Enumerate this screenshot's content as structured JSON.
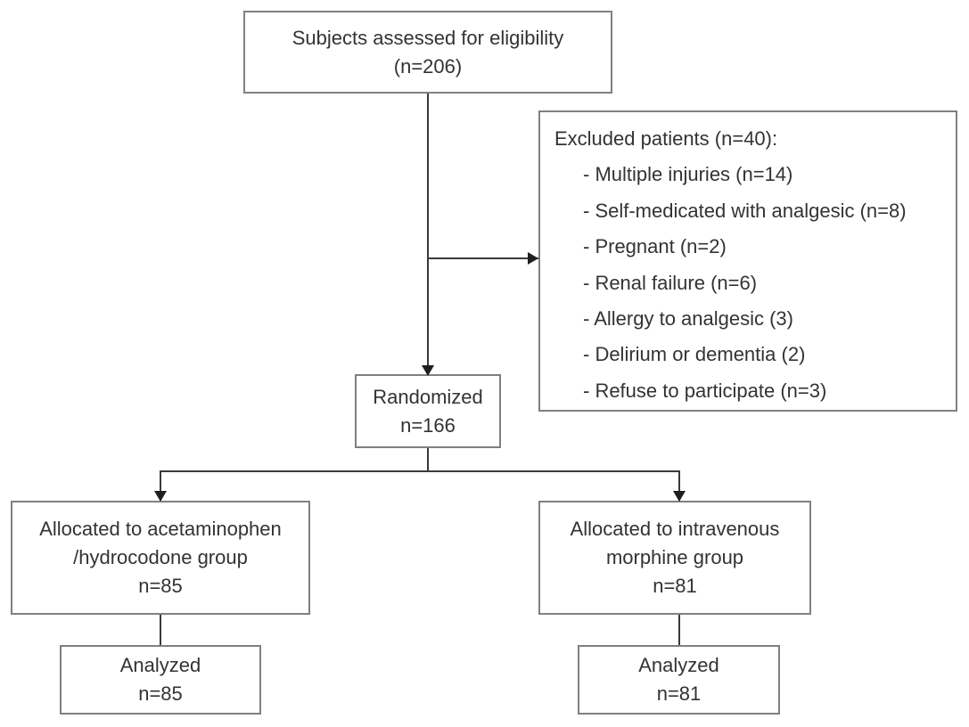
{
  "diagram": {
    "type": "consort-flow-diagram",
    "nodes": {
      "screened": {
        "line1": "Subjects assessed for eligibility",
        "line2": "(n=206)"
      },
      "excluded": {
        "title": "Excluded patients (n=40):",
        "items": [
          "- Multiple injuries (n=14)",
          "- Self-medicated with analgesic (n=8)",
          "- Pregnant (n=2)",
          "- Renal failure (n=6)",
          "- Allergy to analgesic (3)",
          "- Delirium or dementia (2)",
          "- Refuse to participate (n=3)"
        ]
      },
      "randomized": {
        "line1": "Randomized",
        "line2": "n=166"
      },
      "allocated_left": {
        "line1": "Allocated to acetaminophen",
        "line2": "/hydrocodone group",
        "line3": "n=85"
      },
      "allocated_right": {
        "line1": "Allocated to intravenous",
        "line2": "morphine group",
        "line3": "n=81"
      },
      "analyzed_left": {
        "line1": "Analyzed",
        "line2": "n=85"
      },
      "analyzed_right": {
        "line1": "Analyzed",
        "line2": "n=81"
      }
    },
    "colors": {
      "box_border": "#808080",
      "connector": "#3a3a3a",
      "arrowhead": "#1f1f1f",
      "text": "#333333",
      "background": "#ffffff"
    }
  }
}
